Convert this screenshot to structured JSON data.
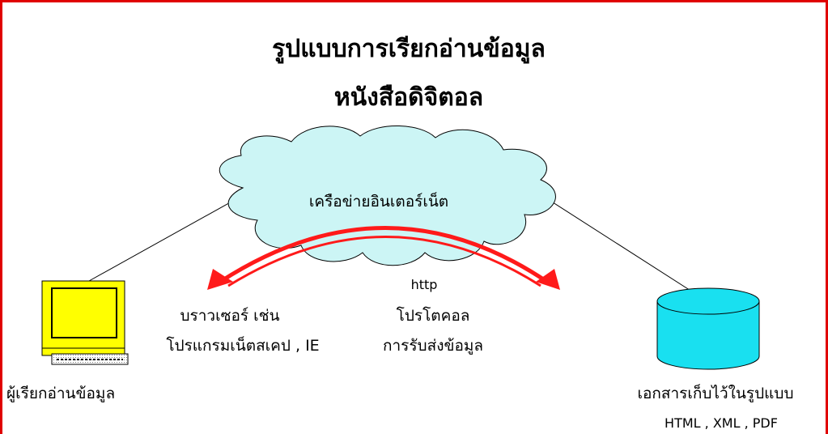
{
  "title": {
    "line1": "รูปแบบการเรียกอ่านข้อมูล",
    "line2": "หนังสือดิจิตอล"
  },
  "cloud": {
    "label": "เครือข่ายอินเตอร์เน็ต",
    "fill": "#ccf5f5"
  },
  "arrow": {
    "color": "#ff1a1a"
  },
  "protocol": {
    "line1": "http",
    "line2": "โปรโตคอล",
    "line3": "การรับส่งข้อมูล"
  },
  "browser": {
    "line1": "บราวเซอร์ เช่น",
    "line2": "โปรแกรมเน็ตสเคป , IE"
  },
  "reader": {
    "label": "ผู้เรียกอ่านข้อมูล",
    "monitor_color": "#ffff00"
  },
  "storage": {
    "line1": "เอกสารเก็บไว้ในรูปแบบ",
    "line2": "HTML , XML , PDF",
    "fill": "#19e0f0"
  }
}
